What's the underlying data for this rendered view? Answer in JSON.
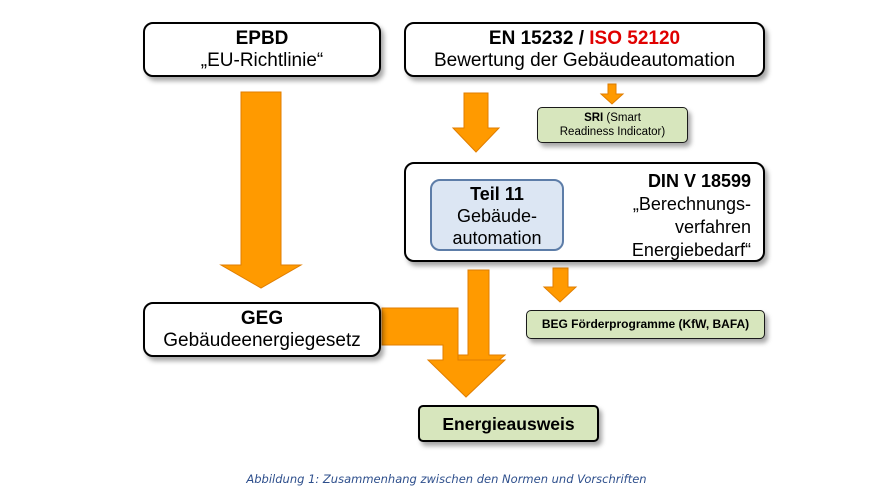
{
  "epbd": {
    "title": "EPBD",
    "subtitle": "„EU-Richtlinie“"
  },
  "en": {
    "title_a": "EN 15232 / ",
    "title_b": "ISO 52120",
    "subtitle": "Bewertung der Gebäudeautomation"
  },
  "sri": {
    "bold": "SRI",
    "line1_rest": " (Smart",
    "line2": "Readiness Indicator)"
  },
  "din": {
    "title": "DIN V 18599",
    "lines": [
      "„Berechnungs-",
      "verfahren",
      "Energiebedarf“"
    ],
    "teil": {
      "title": "Teil 11",
      "lines": [
        "Gebäude-",
        "automation"
      ]
    }
  },
  "geg": {
    "title": "GEG",
    "subtitle": "Gebäudeenergiegesetz"
  },
  "beg": {
    "label": "BEG Förderprogramme (KfW, BAFA)"
  },
  "energie": {
    "label": "Energieausweis"
  },
  "caption": "Abbildung 1: Zusammenhang zwischen den Normen und Vorschriften",
  "colors": {
    "arrow": "#ff9a00",
    "arrow_edge": "#e07e00",
    "green_box": "#d7e6bd",
    "blue_box": "#dce6f3",
    "iso_red": "#e00000",
    "caption": "#2e4f8c"
  }
}
